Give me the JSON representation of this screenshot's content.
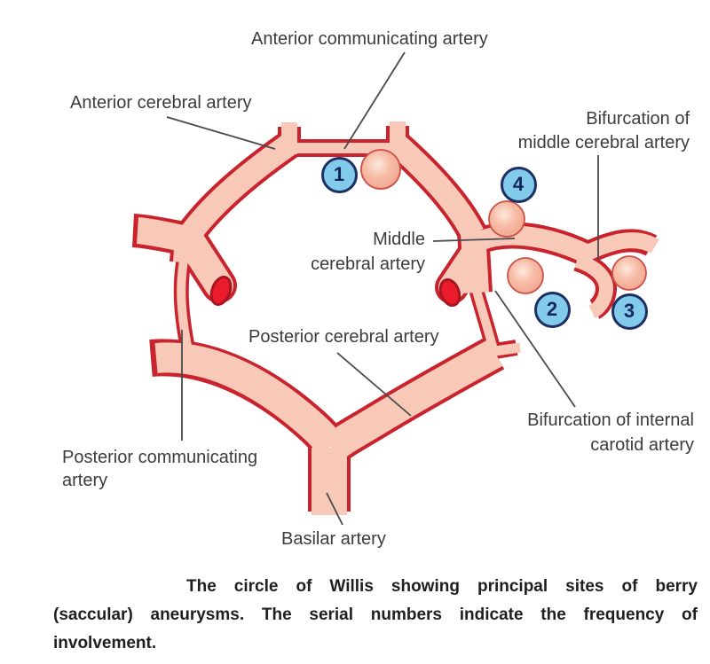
{
  "title": "Circle of Willis berry aneurysm sites diagram",
  "labels": {
    "acoa": "Anterior communicating artery",
    "aca": "Anterior cerebral artery",
    "bif_mca": [
      "Bifurcation of",
      "middle cerebral artery"
    ],
    "mca": [
      "Middle",
      "cerebral artery"
    ],
    "pca": "Posterior cerebral artery",
    "bif_ica": [
      "Bifurcation of internal",
      "carotid artery"
    ],
    "pcom": [
      "Posterior communicating",
      "artery"
    ],
    "basilar": "Basilar artery"
  },
  "markers": [
    "1",
    "2",
    "3",
    "4"
  ],
  "caption": {
    "line1": "The circle of Willis showing principal sites of berry",
    "line2": "(saccular) aneurysms. The serial numbers indicate the frequency of",
    "line3": "involvement."
  },
  "colors": {
    "vessel_fill": "#f8c9b8",
    "vessel_outline": "#c9242e",
    "lumen": "#ea1c2c",
    "lumen_stroke": "#a81420",
    "aneurysm_hi": "#fdeade",
    "aneurysm_mid": "#f7bba5",
    "aneurysm_edge": "#efa18a",
    "aneurysm_stroke": "#cc5148",
    "marker_fill": "#83cbeb",
    "marker_border": "#1d2f63",
    "marker_text": "#14275a",
    "label_text": "#3c3c3c",
    "caption_text": "#1f1f1f",
    "leader": "#4a4a4a"
  }
}
